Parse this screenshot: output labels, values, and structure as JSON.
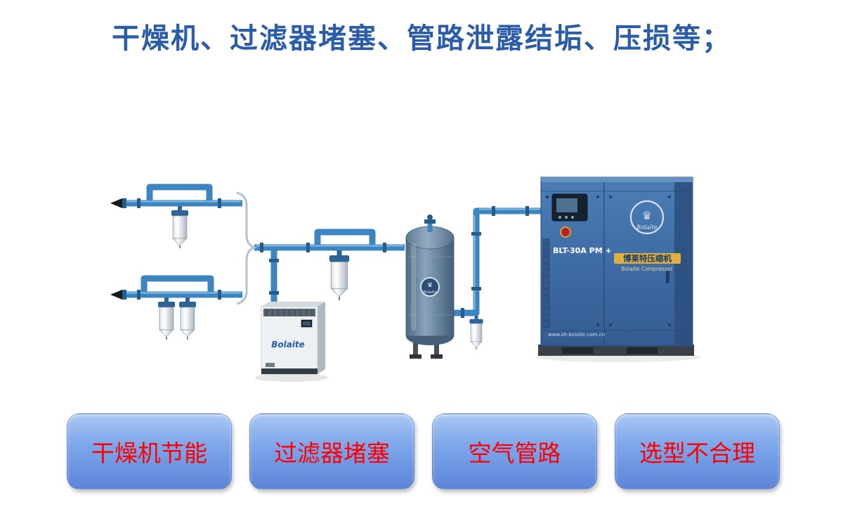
{
  "title": "干燥机、过滤器堵塞、管路泄露结垢、压损等；",
  "buttons": [
    {
      "id": "dryer-energy-saving",
      "label": "干燥机节能"
    },
    {
      "id": "filter-clogging",
      "label": "过滤器堵塞"
    },
    {
      "id": "air-piping",
      "label": "空气管路"
    },
    {
      "id": "improper-sizing",
      "label": "选型不合理"
    }
  ],
  "diagram": {
    "compressor": {
      "model": "BLT-30A PM +",
      "brand_cn": "博莱特压缩机",
      "brand_en": "Bolaite Compressor",
      "website": "www.sh-bolaite.com.cn",
      "logo": "Bolaite"
    },
    "dryer": {
      "logo": "Bolaite"
    },
    "tank": {
      "logo": "Bolaite"
    }
  },
  "icons": {
    "crown": "♛"
  },
  "colors": {
    "title": "#2A5CAA",
    "button_text": "#FE0000",
    "button_gradient_top": "#ABC8F5",
    "button_gradient_bottom": "#5C85D8",
    "pipe": "#3C85C0",
    "compressor_body": "#3E6CA4",
    "brand_plate": "#DFAF3F"
  }
}
